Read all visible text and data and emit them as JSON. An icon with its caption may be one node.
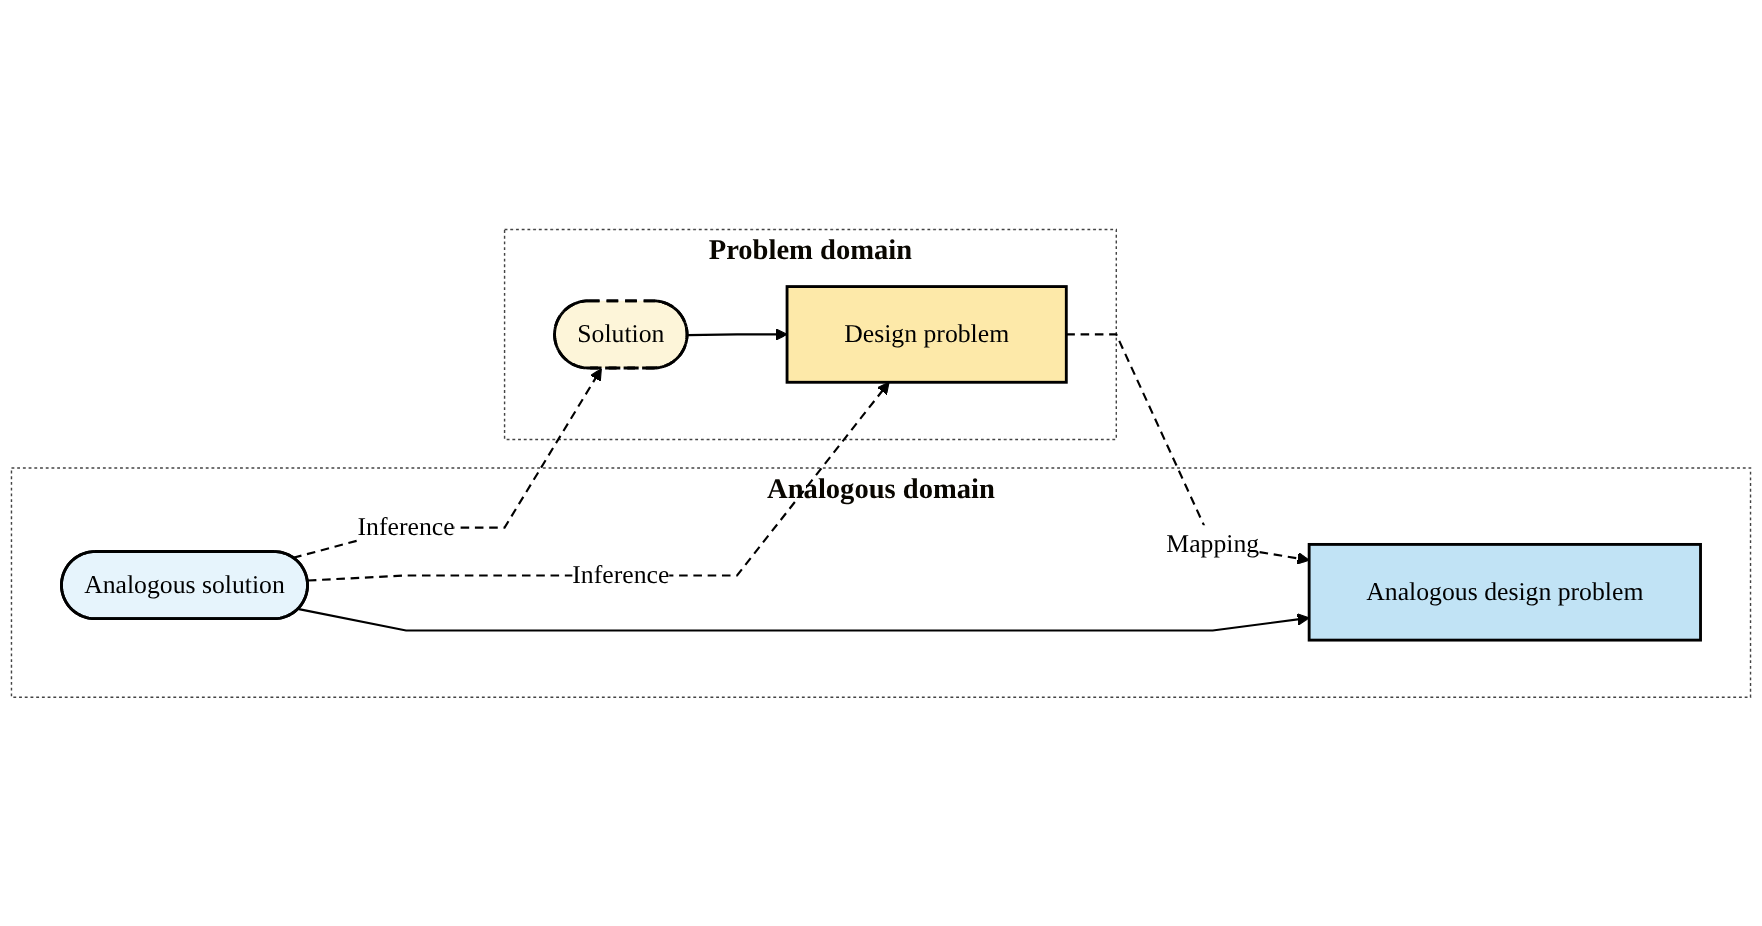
{
  "diagram": {
    "nodes": [
      {
        "text": [
          "Problem domain"
        ]
      },
      {
        "text": [
          "Design problem"
        ],
        "in": 0
      },
      {
        "text": [
          "Solution"
        ],
        "in": 0
      },
      {
        "text": [
          "Analogous domain"
        ]
      },
      {
        "text": [
          "Analogous design problem"
        ],
        "in": 3
      },
      {
        "text": [
          "Analogous solution"
        ],
        "in": 3
      }
    ],
    "edges": [
      {
        "from": 2,
        "to": 1,
        "arrow": "to"
      },
      {
        "from": 1,
        "to": 4,
        "arrow": "to",
        "label": "Mapping",
        "style": "dashed"
      },
      {
        "from": 5,
        "to": 1,
        "arrow": "to",
        "label": "Inference",
        "style": "dashed"
      },
      {
        "from": 5,
        "to": 2,
        "arrow": "to",
        "label": "Inference",
        "style": "dashed"
      },
      {
        "from": 5,
        "to": 4,
        "arrow": "to"
      }
    ]
  }
}
